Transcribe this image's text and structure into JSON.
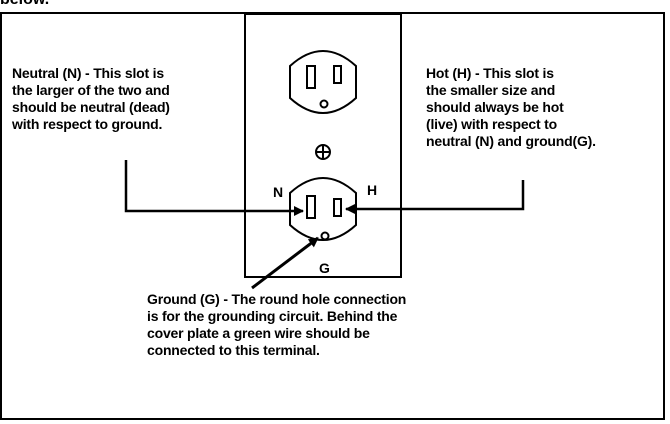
{
  "top_caption": "below.",
  "neutral": {
    "lines": [
      "Neutral (N) - This slot is",
      "the larger of the two and",
      "should be neutral (dead)",
      "with respect to ground."
    ]
  },
  "hot": {
    "lines": [
      "Hot (H) - This slot is",
      "the smaller size and",
      "should always be hot",
      "(live) with respect to",
      "neutral (N) and ground(G)."
    ]
  },
  "ground": {
    "lines": [
      "Ground (G) - The round hole connection",
      "is for the grounding circuit. Behind the",
      "cover plate a green wire should be",
      "connected to this terminal."
    ]
  },
  "outlet_letters": {
    "neutral": "N",
    "hot": "H",
    "ground": "G"
  }
}
